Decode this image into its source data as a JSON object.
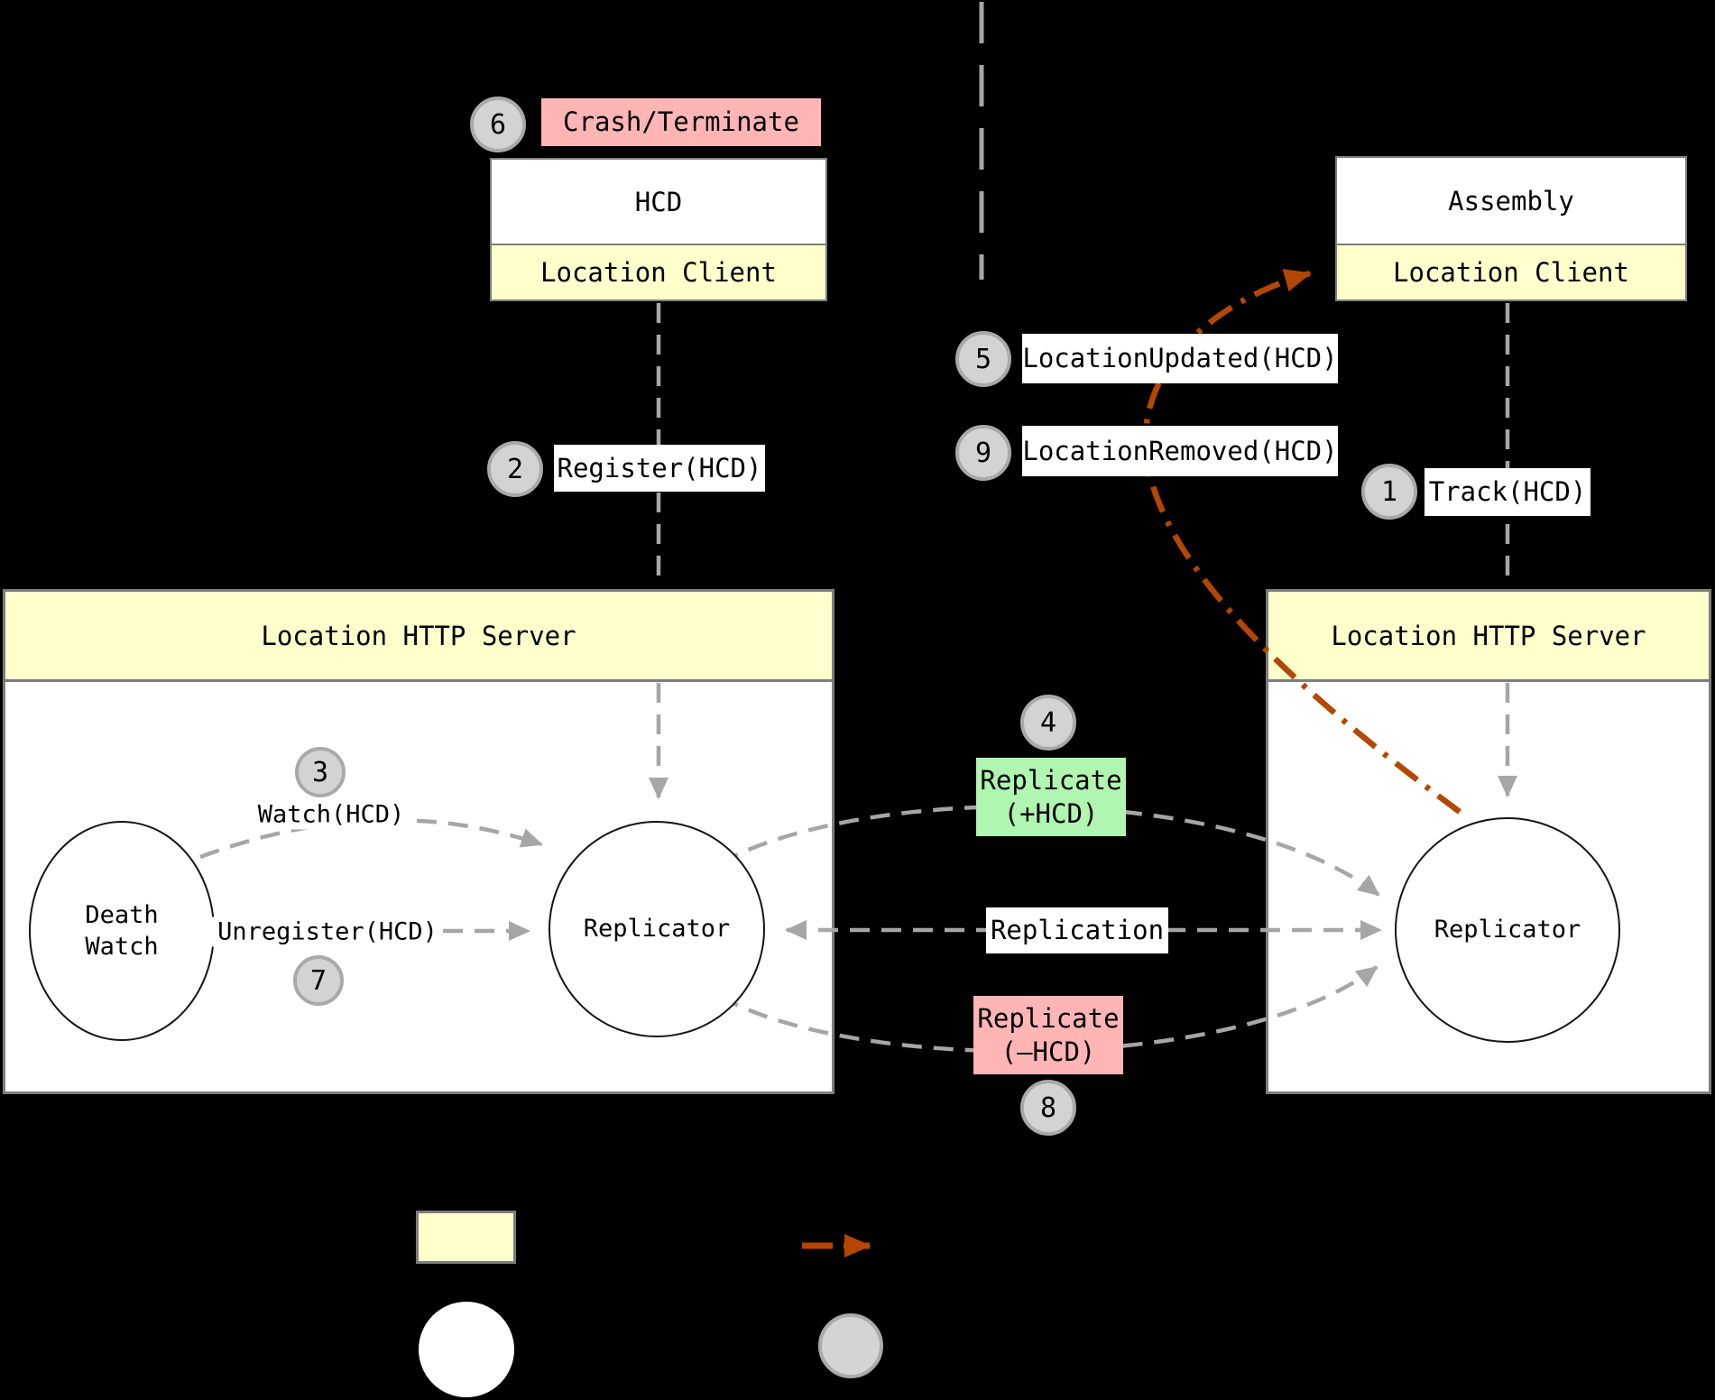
{
  "colors": {
    "background": "#000000",
    "node_yellow": "#ffffcc",
    "crash_pink": "#ffb5b5",
    "replicate_green": "#b0f5b0",
    "line_gray": "#a6a6a6",
    "accent_orange": "#b34700",
    "step_circle_fill": "#d3d3d3",
    "step_circle_border": "#a9a9a9"
  },
  "nodes": {
    "hcd": {
      "title": "HCD",
      "client": "Location Client"
    },
    "assembly": {
      "title": "Assembly",
      "client": "Location Client"
    },
    "left_server": {
      "title": "Location HTTP Server"
    },
    "right_server": {
      "title": "Location HTTP Server"
    },
    "death_watch": {
      "line1": "Death",
      "line2": "Watch"
    },
    "left_replicator": {
      "label": "Replicator"
    },
    "right_replicator": {
      "label": "Replicator"
    }
  },
  "steps": {
    "n1": "1",
    "n2": "2",
    "n3": "3",
    "n4": "4",
    "n5": "5",
    "n6": "6",
    "n7": "7",
    "n8": "8",
    "n9": "9"
  },
  "labels": {
    "crash": "Crash/Terminate",
    "register": "Register(HCD)",
    "track": "Track(HCD)",
    "location_updated": "LocationUpdated(HCD)",
    "location_removed": "LocationRemoved(HCD)",
    "watch": "Watch(HCD)",
    "unregister": "Unregister(HCD)",
    "replicate_add_1": "Replicate",
    "replicate_add_2": "(+HCD)",
    "replicate_remove_1": "Replicate",
    "replicate_remove_2": "(—HCD)",
    "replication": "Replication"
  }
}
